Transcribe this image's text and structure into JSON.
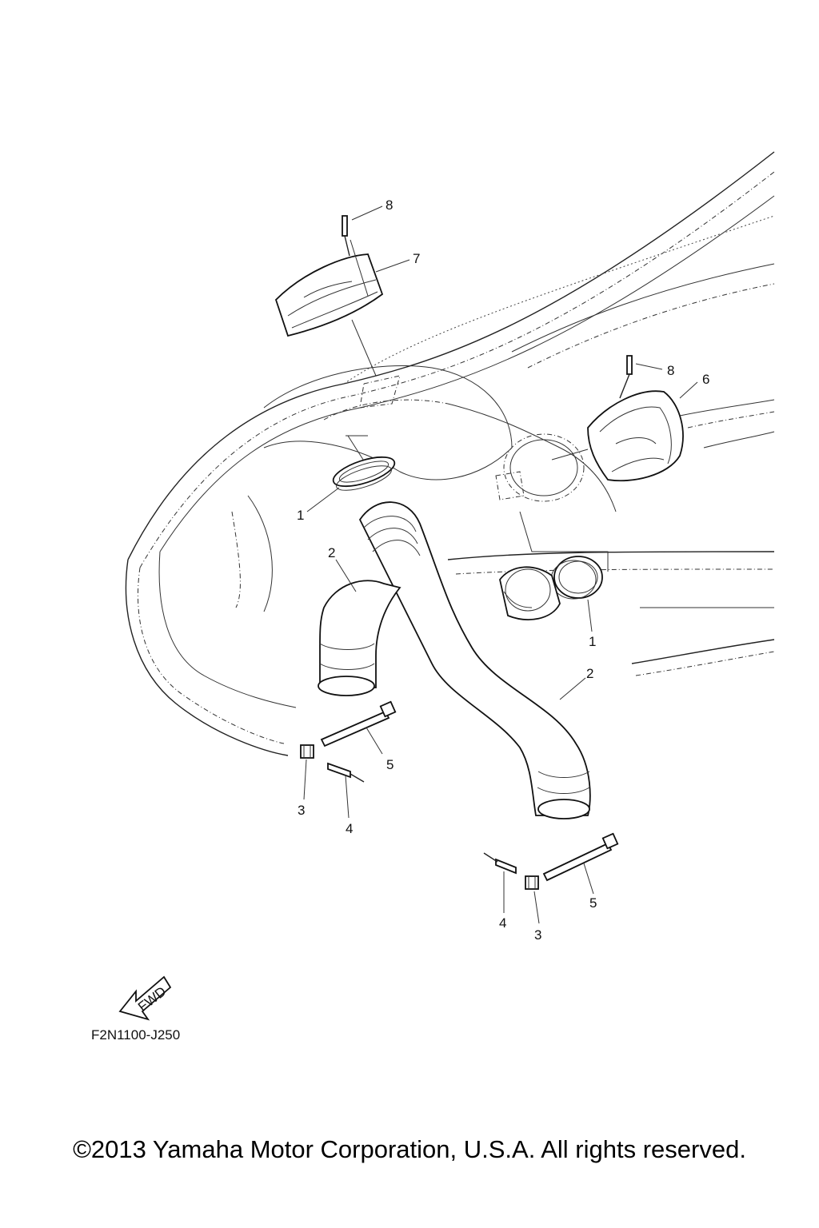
{
  "callouts": {
    "c1a": "1",
    "c1b": "1",
    "c2a": "2",
    "c2b": "2",
    "c3a": "3",
    "c3b": "3",
    "c4a": "4",
    "c4b": "4",
    "c5a": "5",
    "c5b": "5",
    "c6": "6",
    "c7": "7",
    "c8a": "8",
    "c8b": "8"
  },
  "fwd_label": "FWD",
  "drawing_ref": "F2N1100-J250",
  "copyright": "©2013 Yamaha Motor Corporation, U.S.A. All rights reserved."
}
